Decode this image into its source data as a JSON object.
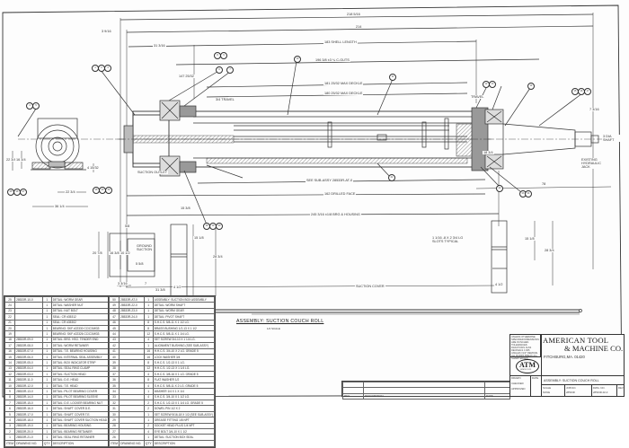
{
  "drawing": {
    "title": "ASSEMBLY: SUCTION COUCH ROLL",
    "title_scale_note": "1/2 SCALE",
    "company_line1": "AMERICAN TOOL",
    "company_line2": "& MACHINE CO.",
    "company_city": "FITCHBURG,MA. 01420",
    "logo_text": "ATM",
    "logo_subtext": "SINCE 1913",
    "title_block_title": "ASSEMBLY: SUCTION COUCH ROLL",
    "drawing_number_label": "DWG. NO.",
    "drawing_number": "28533R-02-0",
    "scale_label": "SCALE",
    "scale_value": "NONE",
    "job_label": "JOB NO.",
    "job_value": "28533R",
    "rev_label": "REV",
    "notes": "UNLESS OTHERWISE SPECIFIED DIMENSIONS ARE IN INCHES TOLERANCES: FRACTIONS ±1/64 DECIMALS ±.005 ANGLES ±1/2° REMOVE ALL BURRS BREAK ALL SHARP EDGES",
    "drawn_label": "DRAWN",
    "checked_label": "CHECKED",
    "approved_label": "APPROVED",
    "date_label": "DATE"
  },
  "revision_table": {
    "headers": [
      "REV",
      "DESCRIPTION",
      "DATE"
    ]
  },
  "dimensions": {
    "overall_top": "218 5/16",
    "overall_second": "214",
    "shell_length": "183 SHELL LENGTH",
    "left_offset": "31 3/16",
    "left_margin": "3 9/16",
    "bearing_centers": "196 3/8 ±3 ¼ C-GUTS",
    "max_deckle_1": "181 25/32 MAX DECKLE",
    "max_deckle_2": "180 25/32 MAX DECKLE",
    "travel": "3/4 TRAVEL",
    "travel_2": "TRAVEL",
    "shell_offset": "147 25/32",
    "drilled_face": "162 DRILLED FACE",
    "housing_center": "245 3/16 ±1/8 BRG & HOUSING",
    "sub_assy": "SEE SUB-ASSY 28533R-AT-0",
    "suction_outlet": "SUCTION OUTLET",
    "suction_cover": "SUCTION COVER",
    "extension_note": "EXISTING HYDRAULIC JACK",
    "right_drive": "3 DIA SHAFT",
    "right_dim_1": "7 3/16",
    "right_dim_2": "78",
    "right_dim_3": "18 3/4",
    "right_dim_4": "22 1/4",
    "right_bracket_1": "15 1/8",
    "right_bracket_2": "28 3/4",
    "right_bracket_3": "4 1/2",
    "bolt_note": "1 1/16 -8 X 2 3/4 LG SLOTS TYPICAL",
    "left_bracket_1": "20 7/8",
    "left_bracket_2": "16 3/8",
    "left_bracket_3": "10 1/2",
    "left_bracket_4": "5 5/8",
    "left_bracket_5": "7",
    "left_bracket_6": "3 3/16",
    "left_bracket_7": "5/8",
    "mid_bracket_1": "15 1/8",
    "mid_bracket_2": "28 3/4",
    "mid_bracket_3": "4 1/2",
    "mid_dim_a": "31 3/8",
    "mid_dim_b": "15 3/8",
    "end_view_1": "22 3/4",
    "end_view_2": "16 3/4",
    "end_view_3": "4 15/32",
    "end_view_4": "22 3/4",
    "end_view_5": "36 1/4",
    "end_view_label": "GROUND SUCTION"
  },
  "parts_list_left": {
    "headers": [
      "ITEM",
      "DRAWING NO.",
      "QTY",
      "DESCRIPTION"
    ],
    "rows": [
      [
        "25",
        "28533R-10-0",
        "1",
        "DETAIL: WORM GEAR"
      ],
      [
        "24",
        "",
        "1",
        "DETAIL: WASHER NUT"
      ],
      [
        "23",
        "",
        "1",
        "DETAIL: NUT  BOLT"
      ],
      [
        "22",
        "",
        "1",
        "SEAL: CR #35312"
      ],
      [
        "21",
        "",
        "1",
        "SEAL: CR #35302"
      ],
      [
        "20",
        "",
        "1",
        "BEARING: SKF #22330 CC/C3/W33"
      ],
      [
        "19",
        "",
        "1",
        "BEARING: SKF #22326 CC/C3/W33"
      ],
      [
        "18",
        "28533R-09-0",
        "1",
        "DETAIL: BRG. HSG. TENDER END"
      ],
      [
        "17",
        "28533R-08-0",
        "1",
        "DETAIL: WORM RETAINER"
      ],
      [
        "16",
        "28533R-07-0",
        "1",
        "DETAIL: T.E. BEARING HOUSING"
      ],
      [
        "15",
        "28533R-06-0",
        "1",
        "DETAIL: INTERNAL SEAL ASSEMBLY"
      ],
      [
        "14",
        "28533R-05-0",
        "1",
        "DETAIL: BOX INDICATOR STRIP"
      ],
      [
        "13",
        "28533R-04-0",
        "1",
        "DETAIL: SEAL RING CLAMP"
      ],
      [
        "12",
        "28533R-03-0",
        "1",
        "DETAIL: SUCTION HEAD"
      ],
      [
        "11",
        "28533R-11-0",
        "1",
        "DETAIL: D.E. HEAD"
      ],
      [
        "10",
        "28533R-12-0",
        "1",
        "DETAIL: T.E. HEAD"
      ],
      [
        "9",
        "28533R-13-0",
        "1",
        "DETAIL: PILOT BEARING COVER"
      ],
      [
        "8",
        "28533R-14-0",
        "1",
        "DETAIL: PILOT BEARING SLEEVE"
      ],
      [
        "7",
        "28533R-15-0",
        "1",
        "DETAIL: D.E. LOCKER BEARING NUT"
      ],
      [
        "6",
        "28533R-16-0",
        "1",
        "DETAIL: SHAFT COVER D.E."
      ],
      [
        "5",
        "28533R-17-0",
        "1",
        "DETAIL: SHAFT COVER T.E."
      ],
      [
        "4",
        "28533R-18-0",
        "1",
        "DETAIL: SHAFT COVER SUCTION HEAD"
      ],
      [
        "3",
        "28533R-19-0",
        "1",
        "DETAIL: BEARING HOUSING"
      ],
      [
        "2",
        "28533R-20-0",
        "1",
        "DETAIL: BEARING RETAINER"
      ],
      [
        "1",
        "28533R-21-0",
        "1",
        "DETAIL: SEAL RING RETAINER"
      ]
    ]
  },
  "parts_list_right": {
    "headers": [
      "ITEM",
      "DRAWING NO.",
      "QTY",
      "DESCRIPTION"
    ],
    "rows": [
      [
        "50",
        "28533R-AT-0",
        "1",
        "ASSEMBLY: SUCTION BOX ASSEMBLY"
      ],
      [
        "49",
        "28533R-22-0",
        "1",
        "DETAIL: WORM SHAFT"
      ],
      [
        "48",
        "28533R-23-0",
        "1",
        "DETAIL: WORM GEAR"
      ],
      [
        "47",
        "28533R-24-0",
        "1",
        "DETAIL: PIVOT SHAFT"
      ],
      [
        "46",
        "",
        "8",
        "S.H.C.S. 5/8-11 X 1 1/2 LG."
      ],
      [
        "45",
        "",
        "8",
        "BRASS BUSHING 1/2-13 X 1 1/2"
      ],
      [
        "44",
        "",
        "12",
        "S.H.C.S. 5/8-11 X 1 1/4 LG."
      ],
      [
        "43",
        "",
        "4",
        "SET SCREW 3/4-10 X 1 1/4 LG."
      ],
      [
        "42",
        "",
        "1",
        "ALIGNMENT BUSHING (SEE SUB-ASSY)"
      ],
      [
        "41",
        "",
        "16",
        "H.H.C.S. 3/4-10 X 2 LG. GRADE 5"
      ],
      [
        "40",
        "",
        "16",
        "LOCK WASHER 3/4"
      ],
      [
        "39",
        "",
        "8",
        "S.H.C.S. 1/2-13 X 1 LG."
      ],
      [
        "38",
        "",
        "12",
        "H.H.C.S. 1/2-13 X 1 1/4 LG."
      ],
      [
        "37",
        "",
        "4",
        "S.H.C.S. 3/8-16 X 1 LG. GRADE 5"
      ],
      [
        "36",
        "",
        "8",
        "FLAT WASHER 1/2"
      ],
      [
        "35",
        "",
        "4",
        "S.H.C.S. 5/8-11 X 2 LG. GRADE 5"
      ],
      [
        "34",
        "",
        "1",
        "WASHER 1/4 X 1 X 1/4"
      ],
      [
        "33",
        "",
        "4",
        "S.H.C.S. 3/4-10 X 1 1/2 LG."
      ],
      [
        "32",
        "",
        "2",
        "S.H.C.S. 1/2-13 X 1 1/4 LG. GRADE 5"
      ],
      [
        "31",
        "",
        "2",
        "DOWEL PIN 1/2 X 2"
      ],
      [
        "30",
        "",
        "1",
        "SET SCREW 5/16-18 X 1/2 (SEE SUB-ASSY)"
      ],
      [
        "29",
        "",
        "1",
        "GREASE FITTING 1/8 NPT"
      ],
      [
        "28",
        "",
        "2",
        "SOCKET HEAD PLUG 1/4 NPT"
      ],
      [
        "27",
        "",
        "4",
        "EYE BOLT 3/4-10 X 1 1/2"
      ],
      [
        "26",
        "",
        "1",
        "DETAIL: SUCTION BOX SEAL"
      ]
    ]
  },
  "balloons": [
    "1",
    "2",
    "3",
    "4",
    "5",
    "6",
    "7",
    "8",
    "9",
    "10",
    "11",
    "12",
    "13",
    "14",
    "15",
    "16",
    "17",
    "18",
    "19",
    "20",
    "21",
    "22",
    "23",
    "24",
    "25",
    "26",
    "27",
    "28",
    "29",
    "30"
  ]
}
